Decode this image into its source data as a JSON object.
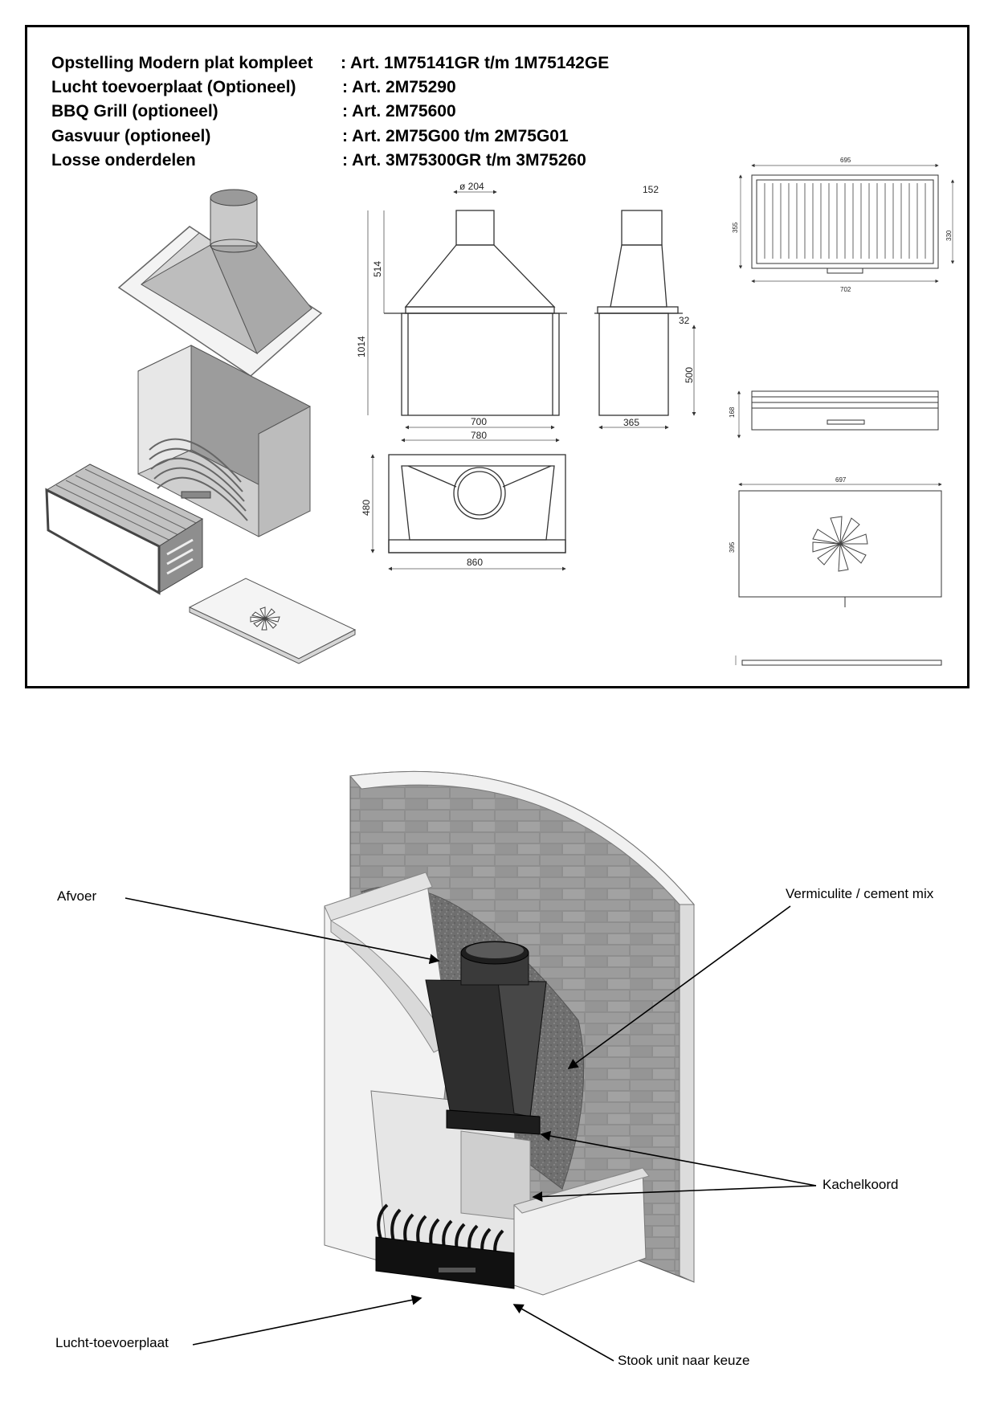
{
  "specs": [
    {
      "label": "Opstelling Modern plat kompleet",
      "value": ": Art. 1M75141GR t/m 1M75142GE"
    },
    {
      "label": "Lucht toevoerplaat (Optioneel)",
      "value": ": Art. 2M75290"
    },
    {
      "label": "BBQ Grill (optioneel)",
      "value": ": Art. 2M75600"
    },
    {
      "label": "Gasvuur (optioneel)",
      "value": ": Art. 2M75G00 t/m 2M75G01"
    },
    {
      "label": "Losse onderdelen",
      "value": ": Art. 3M75300GR t/m 3M75260"
    }
  ],
  "dimensions": {
    "chimney_diameter": "ø 204",
    "chimney_depth": "152",
    "hood_height": "514",
    "total_height": "1014",
    "inner_width": "700",
    "outer_width": "780",
    "depth": "365",
    "ledge": "32",
    "firebox_height": "500",
    "base_depth": "480",
    "base_width": "860",
    "grate_width_top": "695",
    "grate_width_bottom": "702",
    "grate_depth_left": "355",
    "grate_depth_right": "330",
    "grate_height": "168",
    "plate_width": "697",
    "plate_depth": "395"
  },
  "callouts": {
    "afvoer": "Afvoer",
    "vermiculite": "Vermiculite / cement mix",
    "kachelkoord": "Kachelkoord",
    "lucht_toevoerplaat": "Lucht-toevoerplaat",
    "stook_unit": "Stook unit naar keuze"
  }
}
